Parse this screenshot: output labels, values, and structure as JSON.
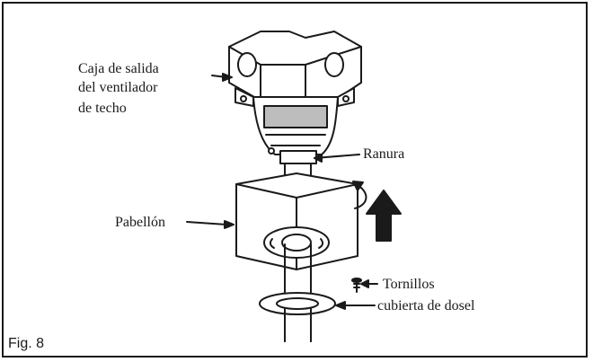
{
  "labels": {
    "box_line1": "Caja de salida",
    "box_line2": "del ventilador",
    "box_line3": "de techo",
    "slot": "Ranura",
    "pavilion": "Pabellón",
    "screws": "Tornillos",
    "canopy_cover": "cubierta de dosel"
  },
  "figure_number": "Fig. 8",
  "colors": {
    "ink": "#1a1a1a",
    "gray_band": "#bdbdbd",
    "paper": "#ffffff"
  },
  "icons": {
    "up_arrow": "up-arrow-icon",
    "rotate_arrow": "rotate-arrow-icon",
    "screw": "screw-icon"
  }
}
